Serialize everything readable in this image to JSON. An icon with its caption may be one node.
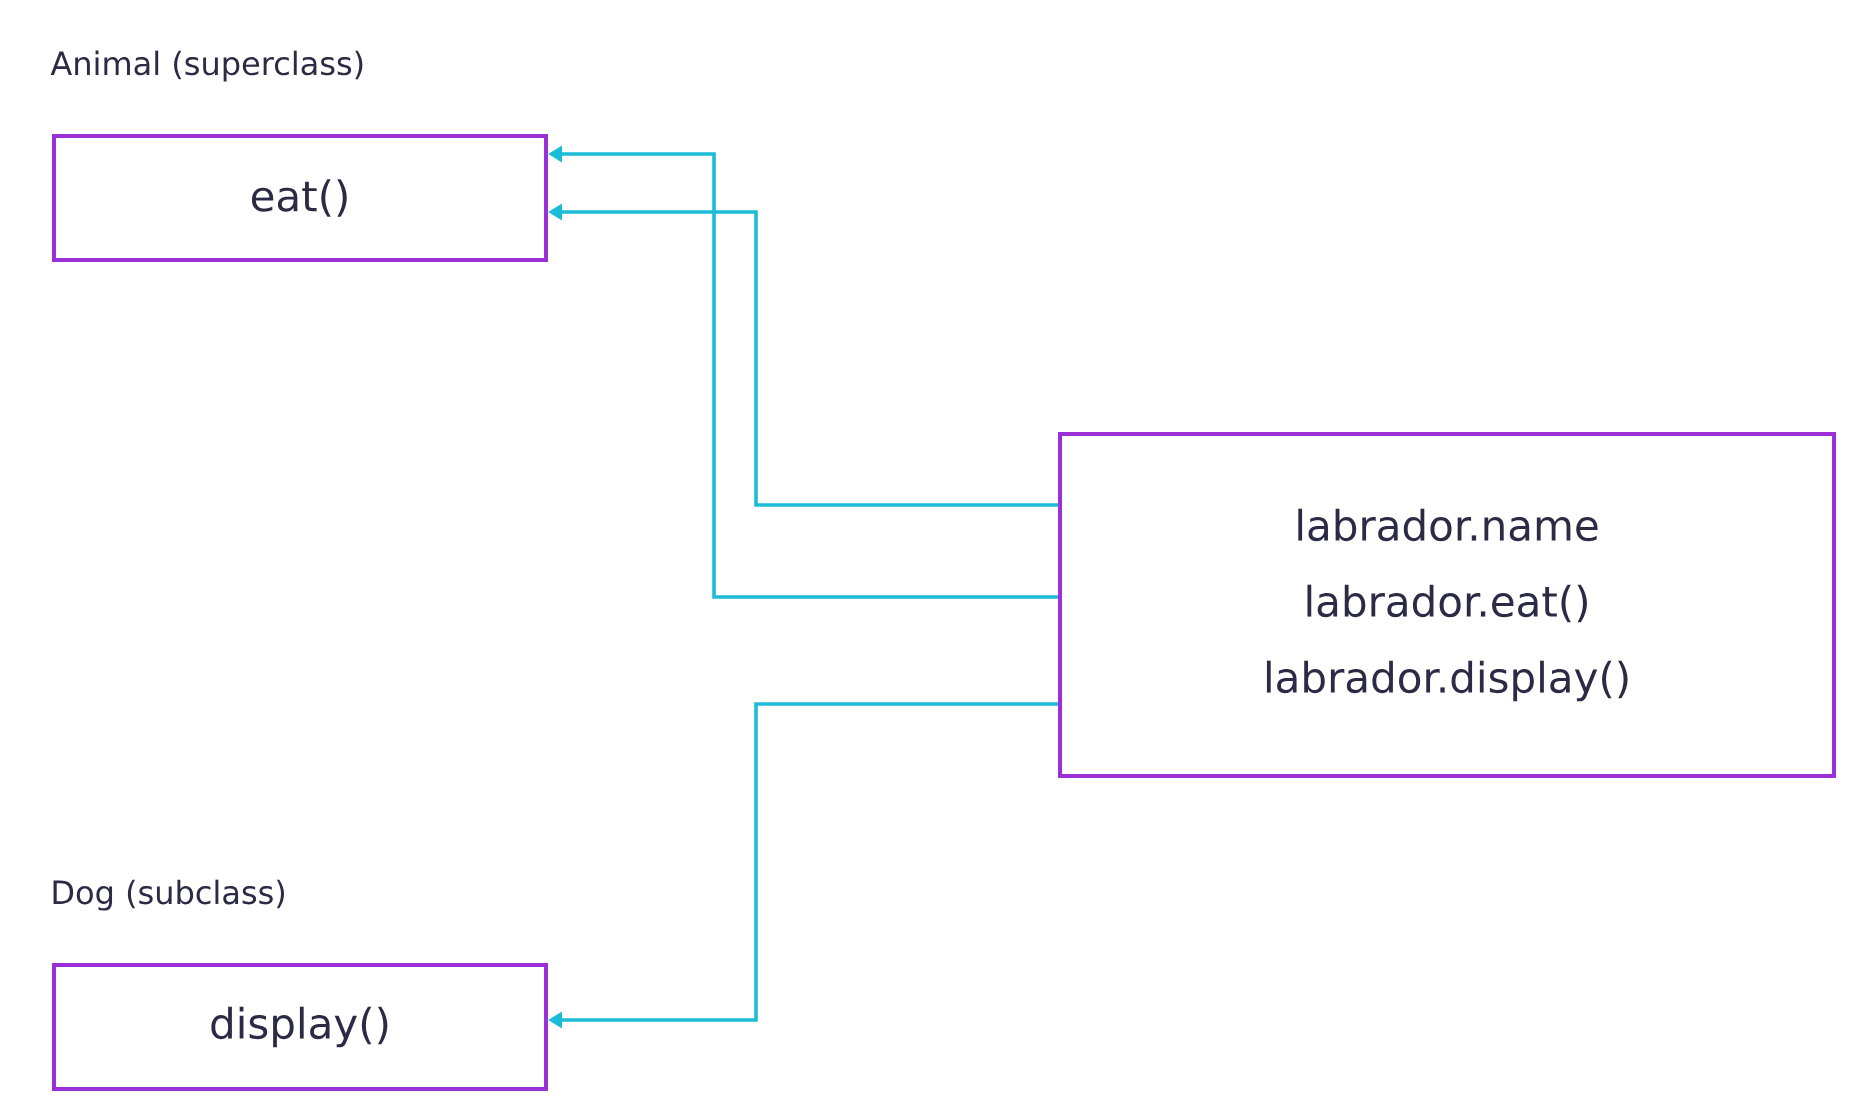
{
  "diagram": {
    "nodes": [
      {
        "text": [
          "Animal (superclass)",
          "eat()"
        ]
      },
      {
        "text": [
          "labrador.name",
          "labrador.eat()",
          "labrador.display()"
        ]
      },
      {
        "text": [
          "Dog (subclass)",
          "display()"
        ]
      }
    ],
    "edges": [
      {
        "from": 1,
        "to": 0,
        "arrow": "to"
      },
      {
        "from": 1,
        "to": 0,
        "arrow": "to"
      },
      {
        "from": 1,
        "to": 2,
        "arrow": "to"
      }
    ]
  }
}
